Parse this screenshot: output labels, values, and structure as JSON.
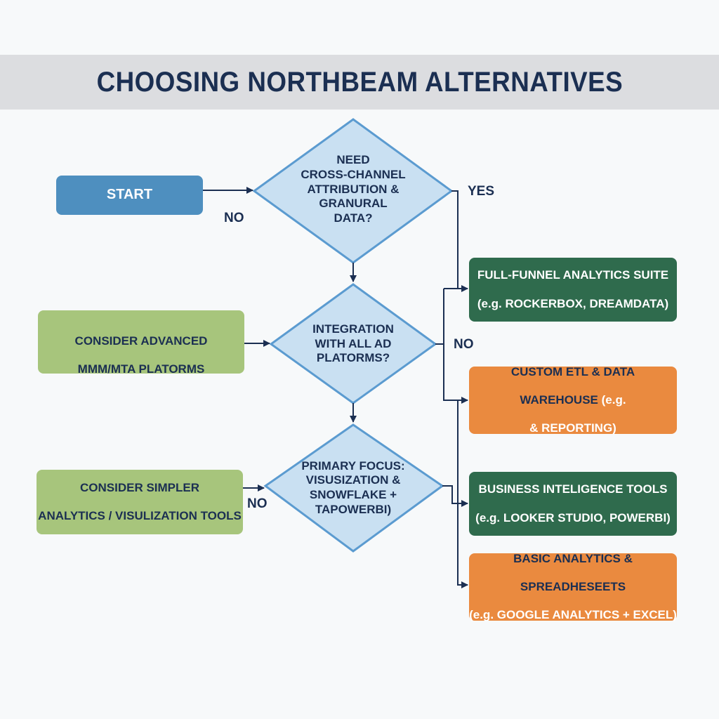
{
  "title": "CHOOSING NORTHBEAM ALTERNATIVES",
  "colors": {
    "title_bg": "#dcdde0",
    "title_text": "#1b2f52",
    "start_box": "#4e8fbf",
    "decision_fill": "#c9e0f2",
    "decision_stroke": "#5b9bd0",
    "green_light": "#a7c57c",
    "green_dark": "#2f6b4d",
    "orange": "#ea8a3f",
    "connector": "#1b2f52"
  },
  "nodes": {
    "start": {
      "label": "START"
    },
    "decision1": {
      "lines": [
        "NEED",
        "CROSS-CHANNEL",
        "ATTRIBUTION &",
        "GRANURAL",
        "DATA?"
      ]
    },
    "decision2": {
      "lines": [
        "INTEGRATION",
        "WITH ALL AD",
        "PLATORMS?"
      ]
    },
    "decision3": {
      "lines": [
        "PRIMARY FOCUS:",
        "VISUSIZATION &",
        "SNOWFLAKE +",
        "TAPOWERBI)"
      ]
    },
    "consider_advanced": {
      "lines": [
        "CONSIDER ADVANCED",
        "MMM/MTA PLATORMS"
      ]
    },
    "consider_simpler": {
      "lines": [
        "CONSIDER SIMPLER",
        "ANALYTICS / VISULIZATION TOOLS"
      ]
    },
    "full_funnel": {
      "lines": [
        "FULL-FUNNEL ANALYTICS SUITE",
        "(e.g. ROCKERBOX, DREAMDATA)"
      ]
    },
    "custom_etl": {
      "line1": "CUSTOM ETL & DATA",
      "line2_main": "WAREHOUSE ",
      "line2_sub": "(e.g.",
      "line3": "& REPORTING)"
    },
    "bi_tools": {
      "lines": [
        "BUSINESS INTELIGENCE TOOLS",
        "(e.g. LOOKER STUDIO, POWERBI)"
      ]
    },
    "basic_analytics": {
      "line1": "BASIC ANALYTICS &",
      "line2": "SPREADHESEETS",
      "line3": "(e.g. GOOGLE ANALYTICS + EXCEL)"
    }
  },
  "edge_labels": {
    "no_start": "NO",
    "yes_d1": "YES",
    "no_d2": "NO",
    "no_d3": "NO"
  }
}
